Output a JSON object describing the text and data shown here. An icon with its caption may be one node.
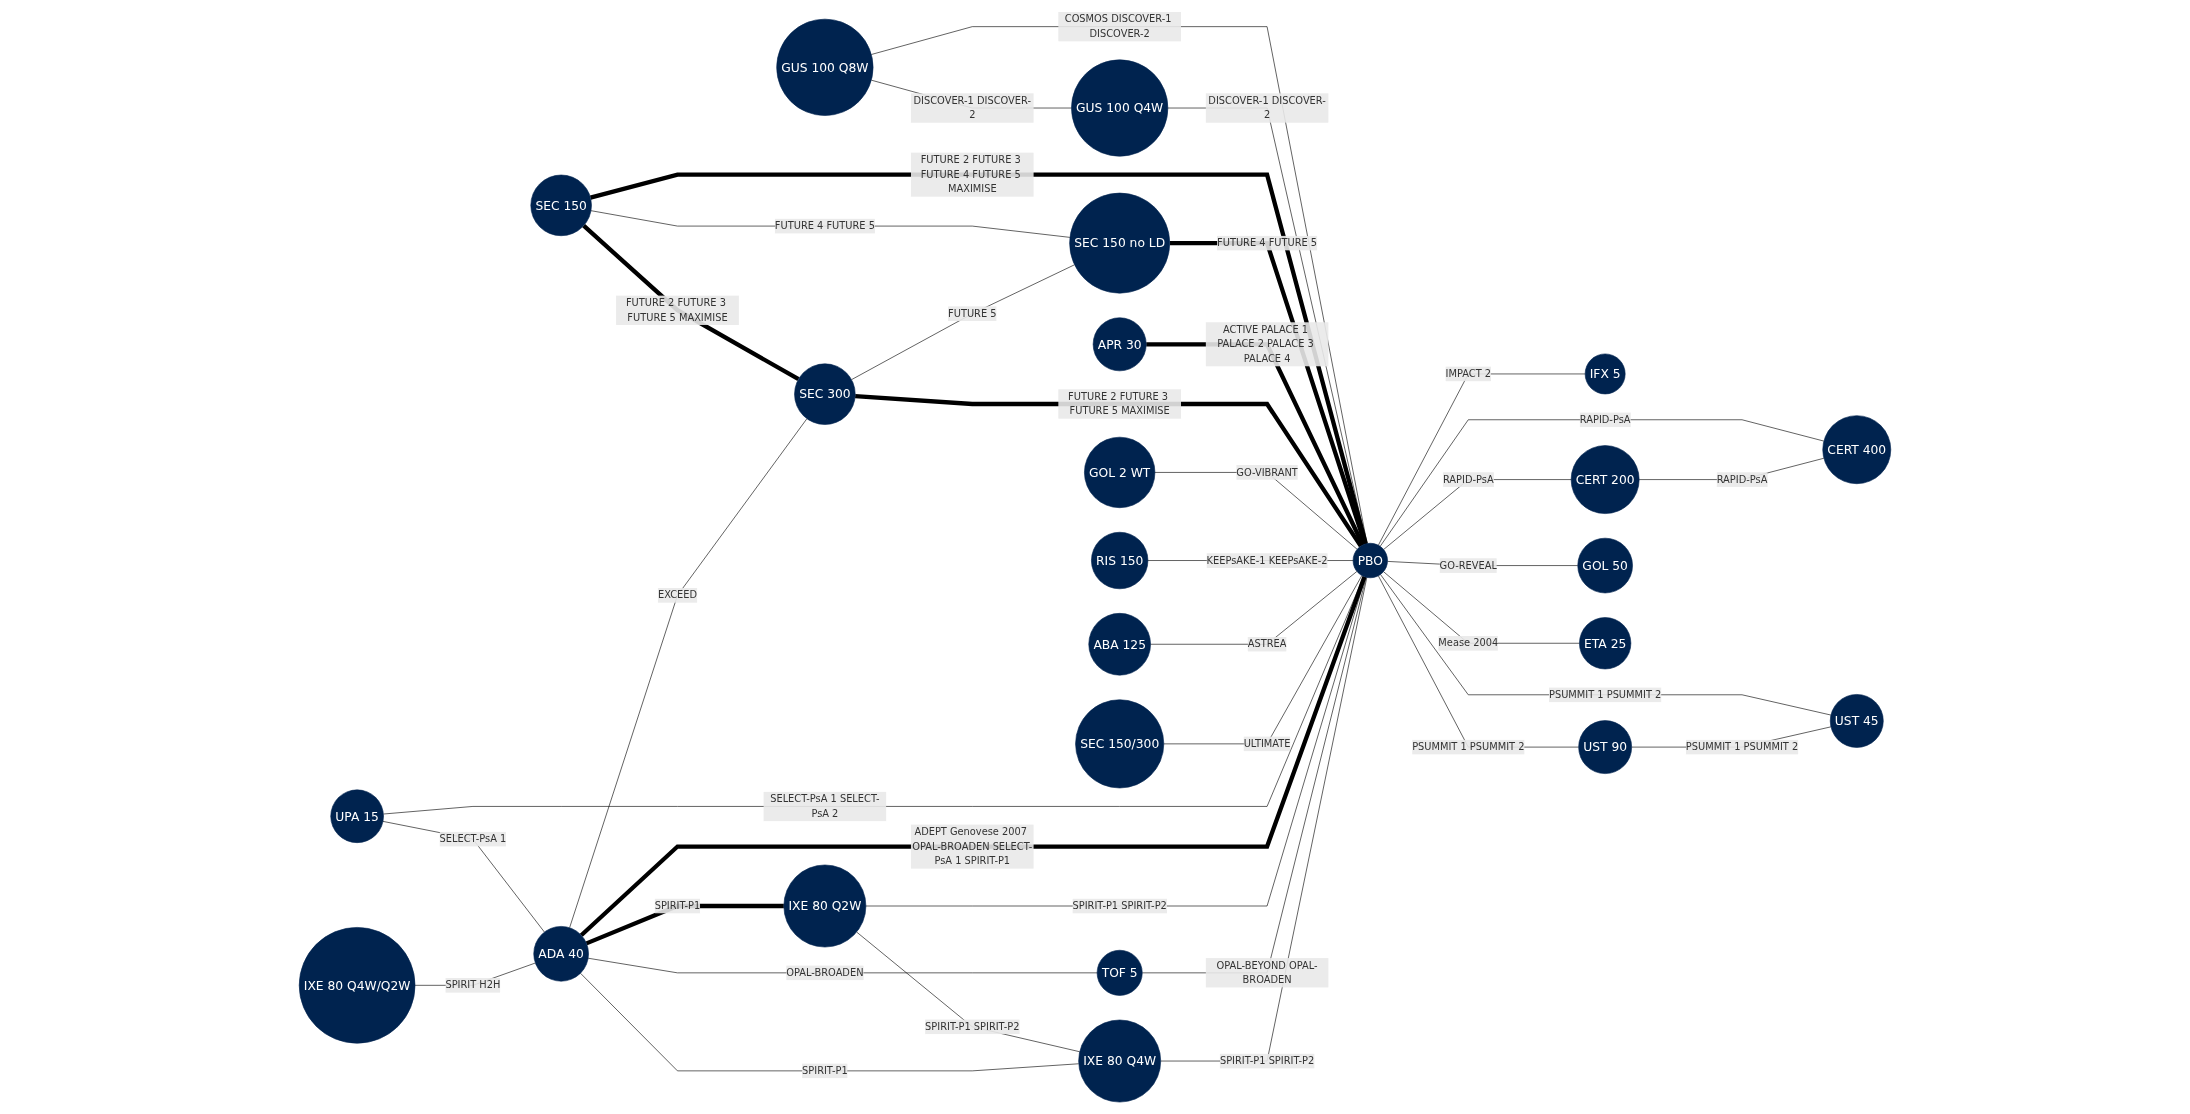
{
  "diagram": {
    "nodes": [
      {
        "text": [
          "SEC 150"
        ]
      },
      {
        "text": [
          "GUS 100 Q8W"
        ]
      },
      {
        "text": [
          "GUS 100 Q4W"
        ]
      },
      {
        "text": [
          "GOL 2 WT"
        ]
      },
      {
        "text": [
          "APR 30"
        ]
      },
      {
        "text": [
          "SEC 150 no LD"
        ]
      },
      {
        "text": [
          "RIS 150"
        ]
      },
      {
        "text": [
          "ABA 125"
        ]
      },
      {
        "text": [
          "SEC 300"
        ]
      },
      {
        "text": [
          "UPA 15"
        ]
      },
      {
        "text": [
          "SEC 150/300"
        ]
      },
      {
        "text": [
          "PBO"
        ]
      },
      {
        "text": [
          "IXE 80 Q2W"
        ]
      },
      {
        "text": [
          "ADA 40"
        ]
      },
      {
        "text": [
          "IFX 5"
        ]
      },
      {
        "text": [
          "CERT 400"
        ]
      },
      {
        "text": [
          "IXE 80 Q4W/Q2W"
        ]
      },
      {
        "text": [
          "UST 45"
        ]
      },
      {
        "text": [
          "IXE 80 Q4W"
        ]
      },
      {
        "text": [
          "TOF 5"
        ]
      },
      {
        "text": [
          "CERT 200"
        ]
      },
      {
        "text": [
          "UST 90"
        ]
      },
      {
        "text": [
          "GOL 50"
        ]
      },
      {
        "text": [
          "ETA 25"
        ]
      }
    ],
    "edges": [
      {
        "from": 1,
        "to": 2,
        "arrow": "none",
        "label": "DISCOVER-1 DISCOVER-2"
      },
      {
        "from": 1,
        "to": 11,
        "arrow": "none",
        "label": "COSMOS DISCOVER-1 DISCOVER-2"
      },
      {
        "from": 2,
        "to": 11,
        "arrow": "none",
        "label": "DISCOVER-1 DISCOVER-2"
      },
      {
        "from": 0,
        "to": 8,
        "arrow": "none",
        "label": "FUTURE 2 FUTURE 3 FUTURE 5 MAXIMISE",
        "style": "thick"
      },
      {
        "from": 0,
        "to": 5,
        "arrow": "none",
        "label": "FUTURE 4 FUTURE 5"
      },
      {
        "from": 0,
        "to": 11,
        "arrow": "none",
        "label": "FUTURE 2 FUTURE 3 FUTURE 4 FUTURE 5 MAXIMISE",
        "style": "thick"
      },
      {
        "from": 5,
        "to": 11,
        "arrow": "none",
        "label": "FUTURE 4 FUTURE 5",
        "style": "thick"
      },
      {
        "from": 8,
        "to": 5,
        "arrow": "none",
        "label": "FUTURE 5"
      },
      {
        "from": 4,
        "to": 11,
        "arrow": "none",
        "label": "ACTIVE PALACE 1 PALACE 2 PALACE 3 PALACE 4",
        "style": "thick"
      },
      {
        "from": 8,
        "to": 11,
        "arrow": "none",
        "label": "FUTURE 2 FUTURE 3 FUTURE 5 MAXIMISE",
        "style": "thick"
      },
      {
        "from": 3,
        "to": 11,
        "arrow": "none",
        "label": "GO-VIBRANT"
      },
      {
        "from": 6,
        "to": 11,
        "arrow": "none",
        "label": "KEEPsAKE-1 KEEPsAKE-2"
      },
      {
        "from": 7,
        "to": 11,
        "arrow": "none",
        "label": "ASTREA"
      },
      {
        "from": 10,
        "to": 11,
        "arrow": "none",
        "label": "ULTIMATE"
      },
      {
        "from": 9,
        "to": 11,
        "arrow": "none",
        "label": "SELECT-PsA 1 SELECT-PsA 2"
      },
      {
        "from": 13,
        "to": 8,
        "arrow": "none",
        "label": "EXCEED"
      },
      {
        "from": 9,
        "to": 13,
        "arrow": "none",
        "label": "SELECT-PsA 1"
      },
      {
        "from": 13,
        "to": 11,
        "arrow": "none",
        "label": "ADEPT Genovese 2007 OPAL-BROADEN SELECT-PsA 1 SPIRIT-P1",
        "style": "thick"
      },
      {
        "from": 13,
        "to": 12,
        "arrow": "none",
        "label": "SPIRIT-P1",
        "style": "thick"
      },
      {
        "from": 12,
        "to": 11,
        "arrow": "none",
        "label": "SPIRIT-P1 SPIRIT-P2"
      },
      {
        "from": 12,
        "to": 18,
        "arrow": "none",
        "label": "SPIRIT-P1 SPIRIT-P2"
      },
      {
        "from": 13,
        "to": 18,
        "arrow": "none",
        "label": "SPIRIT-P1"
      },
      {
        "from": 19,
        "to": 11,
        "arrow": "none",
        "label": "OPAL-BEYOND OPAL-BROADEN"
      },
      {
        "from": 18,
        "to": 11,
        "arrow": "none",
        "label": "SPIRIT-P1 SPIRIT-P2"
      },
      {
        "from": 16,
        "to": 13,
        "arrow": "none",
        "label": "SPIRIT H2H"
      },
      {
        "from": 13,
        "to": 19,
        "arrow": "none",
        "label": "OPAL-BROADEN"
      },
      {
        "from": 11,
        "to": 14,
        "arrow": "none",
        "label": "IMPACT 2"
      },
      {
        "from": 11,
        "to": 15,
        "arrow": "none",
        "label": "RAPID-PsA"
      },
      {
        "from": 11,
        "to": 17,
        "arrow": "none",
        "label": "PSUMMIT 1 PSUMMIT 2"
      },
      {
        "from": 11,
        "to": 20,
        "arrow": "none",
        "label": "RAPID-PsA"
      },
      {
        "from": 11,
        "to": 21,
        "arrow": "none",
        "label": "PSUMMIT 1 PSUMMIT 2"
      },
      {
        "from": 11,
        "to": 23,
        "arrow": "none",
        "label": "Mease 2004"
      },
      {
        "from": 11,
        "to": 22,
        "arrow": "none",
        "label": "GO-REVEAL"
      },
      {
        "from": 20,
        "to": 15,
        "arrow": "none",
        "label": "RAPID-PsA"
      },
      {
        "from": 21,
        "to": 17,
        "arrow": "none",
        "label": "PSUMMIT 1 PSUMMIT 2"
      }
    ]
  }
}
